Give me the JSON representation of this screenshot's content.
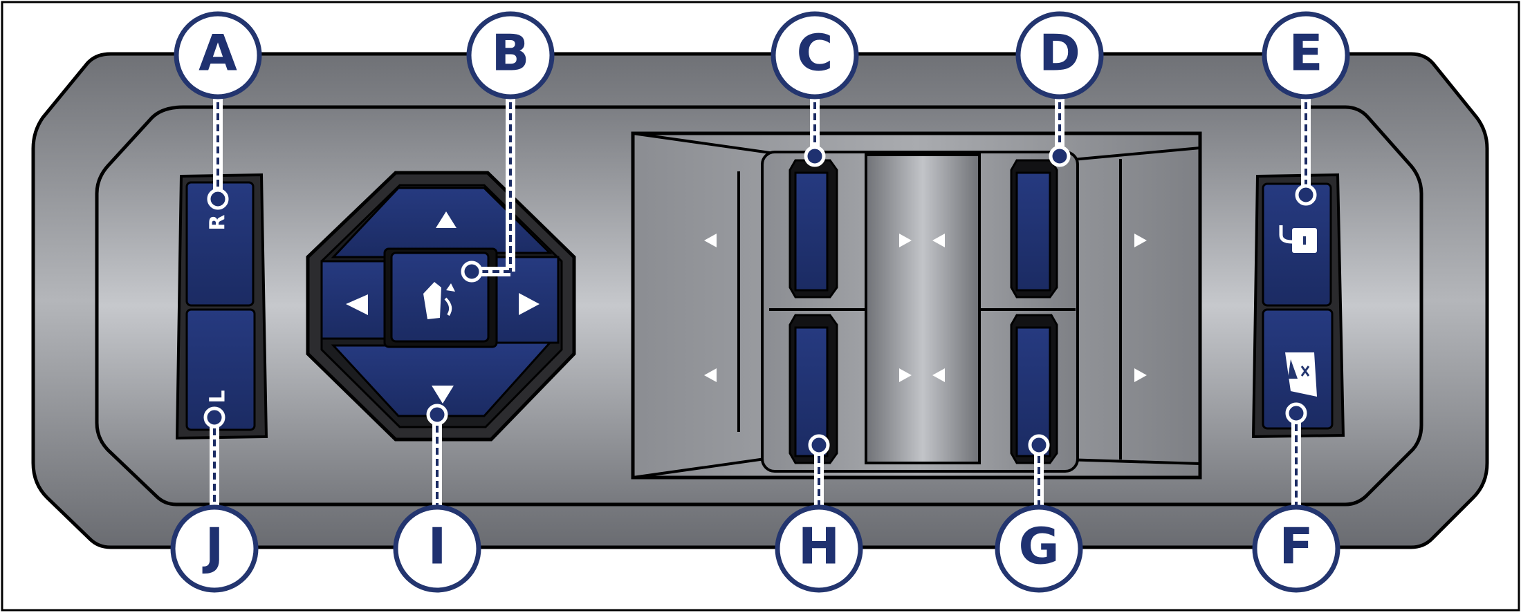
{
  "diagram": {
    "callouts": {
      "A": "A",
      "B": "B",
      "C": "C",
      "D": "D",
      "E": "E",
      "F": "F",
      "G": "G",
      "H": "H",
      "I": "I",
      "J": "J"
    },
    "mirror_select": {
      "right_label": "R",
      "left_label": "L"
    },
    "icons": {
      "mirror_fold": "mirror-fold-icon",
      "door_lock": "padlock-icon",
      "window_lockout": "window-lockout-icon"
    },
    "colors": {
      "button_blue": "#1f3170",
      "callout_ring": "#23356f",
      "panel_outer": "#8d8f94",
      "panel_inner": "#9a9ca1",
      "outline": "#000000"
    }
  }
}
